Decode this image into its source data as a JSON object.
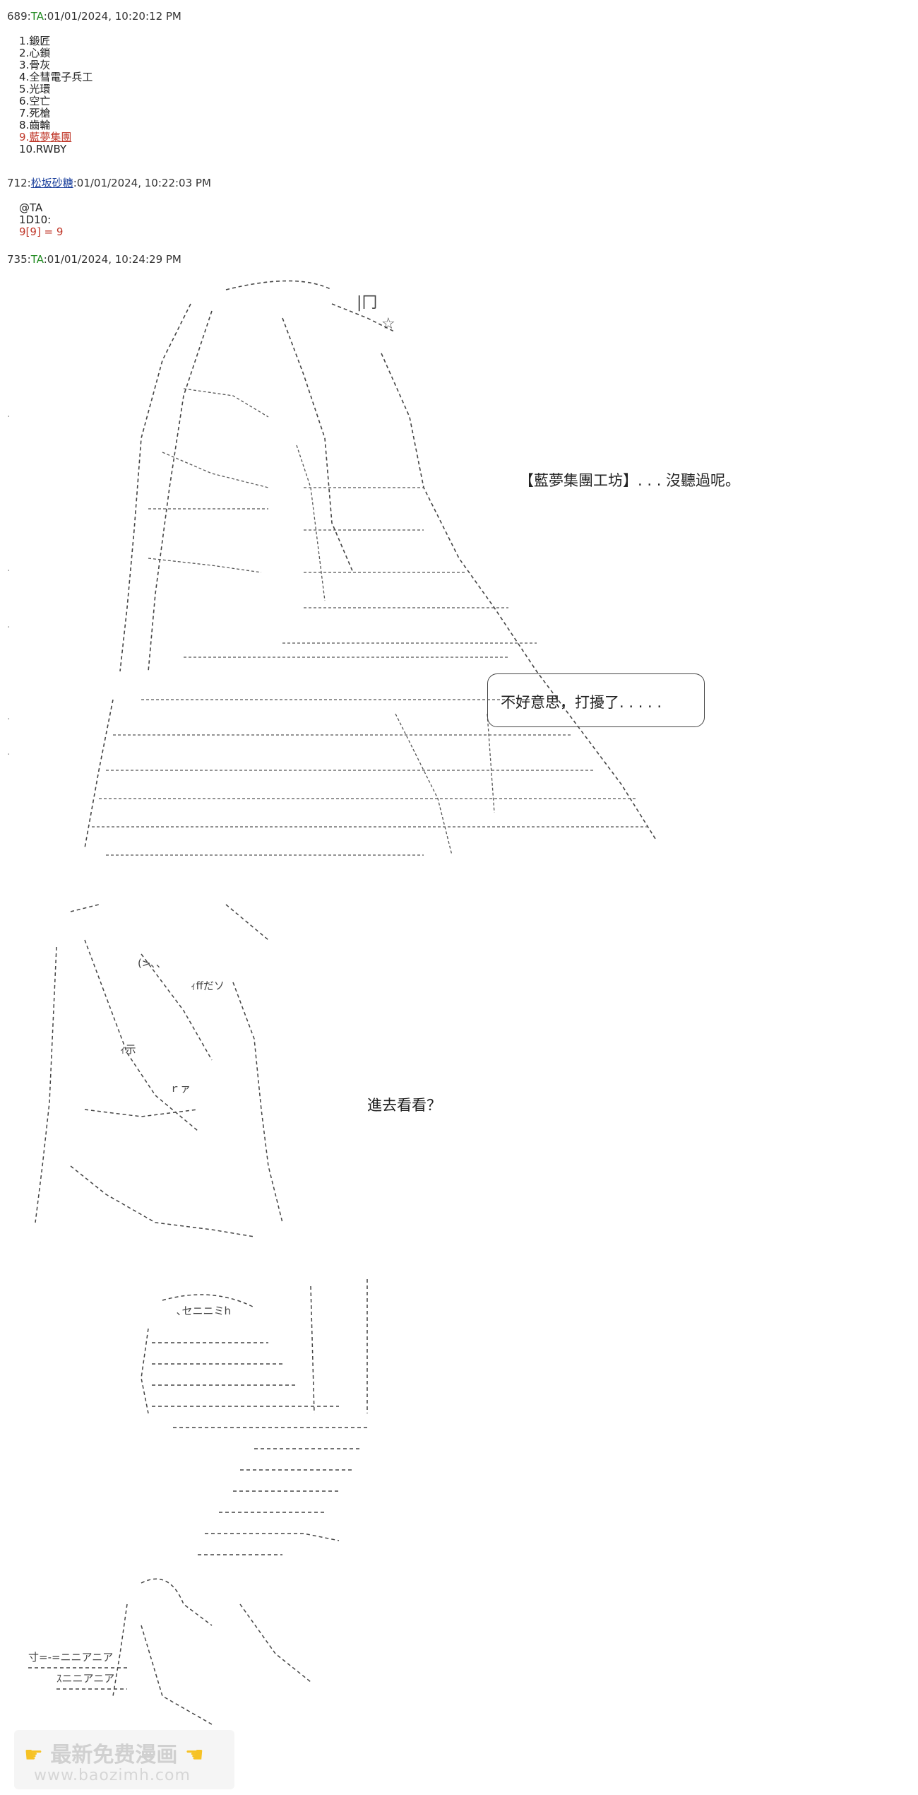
{
  "posts": [
    {
      "num": "689",
      "name": "TA",
      "time": ":01/01/2024, 10:20:12 PM"
    },
    {
      "num": "712",
      "name": "松坂砂糖",
      "time": ":01/01/2024, 10:22:03 PM"
    },
    {
      "num": "735",
      "name": "TA",
      "time": ":01/01/2024, 10:24:29 PM"
    }
  ],
  "list": [
    {
      "n": "1.",
      "t": "鍛匠"
    },
    {
      "n": "2.",
      "t": "心鎖"
    },
    {
      "n": "3.",
      "t": "骨灰"
    },
    {
      "n": "4.",
      "t": "全彗電子兵工"
    },
    {
      "n": "5.",
      "t": "光環"
    },
    {
      "n": "6.",
      "t": "空亡"
    },
    {
      "n": "7.",
      "t": "死槍"
    },
    {
      "n": "8.",
      "t": "齒輪"
    },
    {
      "n": "9.",
      "t": "藍夢集團"
    },
    {
      "n": "10.",
      "t": "RWBY"
    }
  ],
  "roll": {
    "line1": "@TA",
    "line2": "1D10:",
    "result": "9[9] = 9"
  },
  "speech": {
    "line1": "【藍夢集團工坊】. . . 沒聽過呢。",
    "line2": "進去看看？",
    "line3": "不好意思，打擾了. . . . ."
  },
  "watermark": {
    "title": "最新免费漫画",
    "url": "www.baozimh.com"
  }
}
